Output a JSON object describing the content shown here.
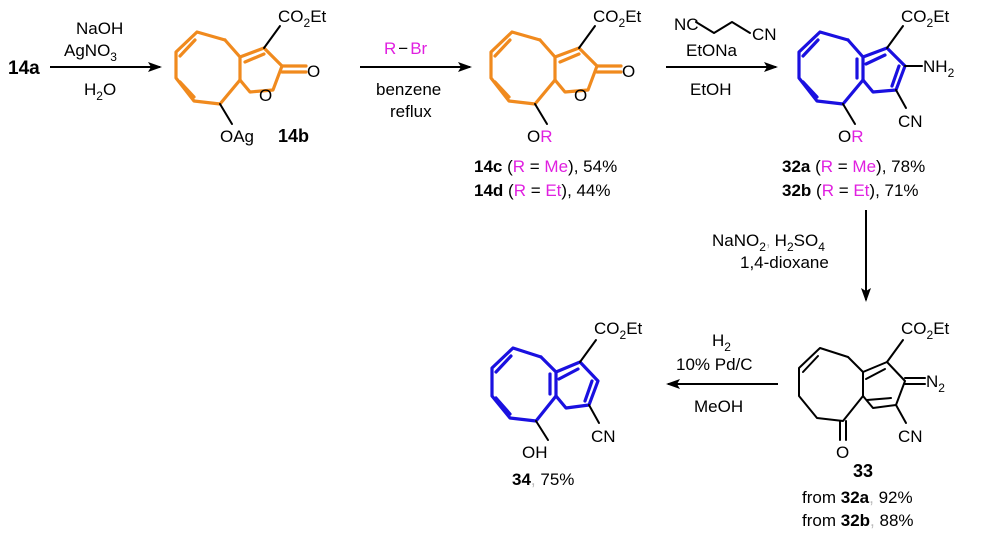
{
  "colors": {
    "orange": "#f08a1e",
    "blue": "#1a10e0",
    "magenta": "#e020e0",
    "black": "#000000"
  },
  "start": {
    "label": "14a"
  },
  "step1": {
    "reagent1": "NaOH",
    "reagent2_main": "AgNO",
    "reagent2_sub": "3",
    "solvent_main": "H",
    "solvent_sub": "2",
    "solvent_tail": "O"
  },
  "cmpd14b": {
    "ester_main": "CO",
    "ester_sub": "2",
    "ester_tail": "Et",
    "ring_o": "O",
    "carbonyl_o": "O",
    "sub_group": "OAg",
    "id": "14b"
  },
  "step2": {
    "reagent_r": "R",
    "reagent_dash": "−",
    "reagent_br": "Br",
    "solvent": "benzene",
    "condition": "reflux"
  },
  "cmpd14cd": {
    "ester_main": "CO",
    "ester_sub": "2",
    "ester_tail": "Et",
    "ring_o": "O",
    "carbonyl_o": "O",
    "sub_o": "O",
    "sub_r": "R",
    "line1": {
      "id": "14c",
      "open": " (",
      "r": "R",
      "eq": " = ",
      "val": "Me",
      "close": "), 54%"
    },
    "line2": {
      "id": "14d",
      "open": " (",
      "r": "R",
      "eq": " = ",
      "val": "Et",
      "close": "), 44%"
    }
  },
  "step3": {
    "reagent_left": "NC",
    "reagent_right": "CN",
    "base": "EtONa",
    "solvent": "EtOH"
  },
  "cmpd32": {
    "ester_main": "CO",
    "ester_sub": "2",
    "ester_tail": "Et",
    "amine_main": "NH",
    "amine_sub": "2",
    "nitrile": "CN",
    "sub_o": "O",
    "sub_r": "R",
    "line1": {
      "id": "32a",
      "open": " (",
      "r": "R",
      "eq": " = ",
      "val": "Me",
      "close": "), 78%"
    },
    "line2": {
      "id": "32b",
      "open": " (",
      "r": "R",
      "eq": " = ",
      "val": "Et",
      "close": "), 71%"
    }
  },
  "step4": {
    "r1_main": "NaNO",
    "r1_sub": "2",
    "sep": ",",
    "r2_a": "H",
    "r2_sub1": "2",
    "r2_b": "SO",
    "r2_sub2": "4",
    "solvent": "1,4-dioxane"
  },
  "cmpd33": {
    "ester_main": "CO",
    "ester_sub": "2",
    "ester_tail": "Et",
    "diazo_main": "N",
    "diazo_sub": "2",
    "nitrile": "CN",
    "carbonyl_o": "O",
    "id": "33",
    "from1": {
      "text": "from ",
      "id": "32a",
      "sep": ",",
      "yield": " 92%"
    },
    "from2": {
      "text": "from ",
      "id": "32b",
      "sep": ",",
      "yield": " 88%"
    }
  },
  "step5": {
    "gas_main": "H",
    "gas_sub": "2",
    "catalyst": "10% Pd/C",
    "solvent": "MeOH"
  },
  "cmpd34": {
    "ester_main": "CO",
    "ester_sub": "2",
    "ester_tail": "Et",
    "nitrile": "CN",
    "hydroxyl": "OH",
    "id": "34",
    "sep": ",",
    "yield": " 75%"
  }
}
